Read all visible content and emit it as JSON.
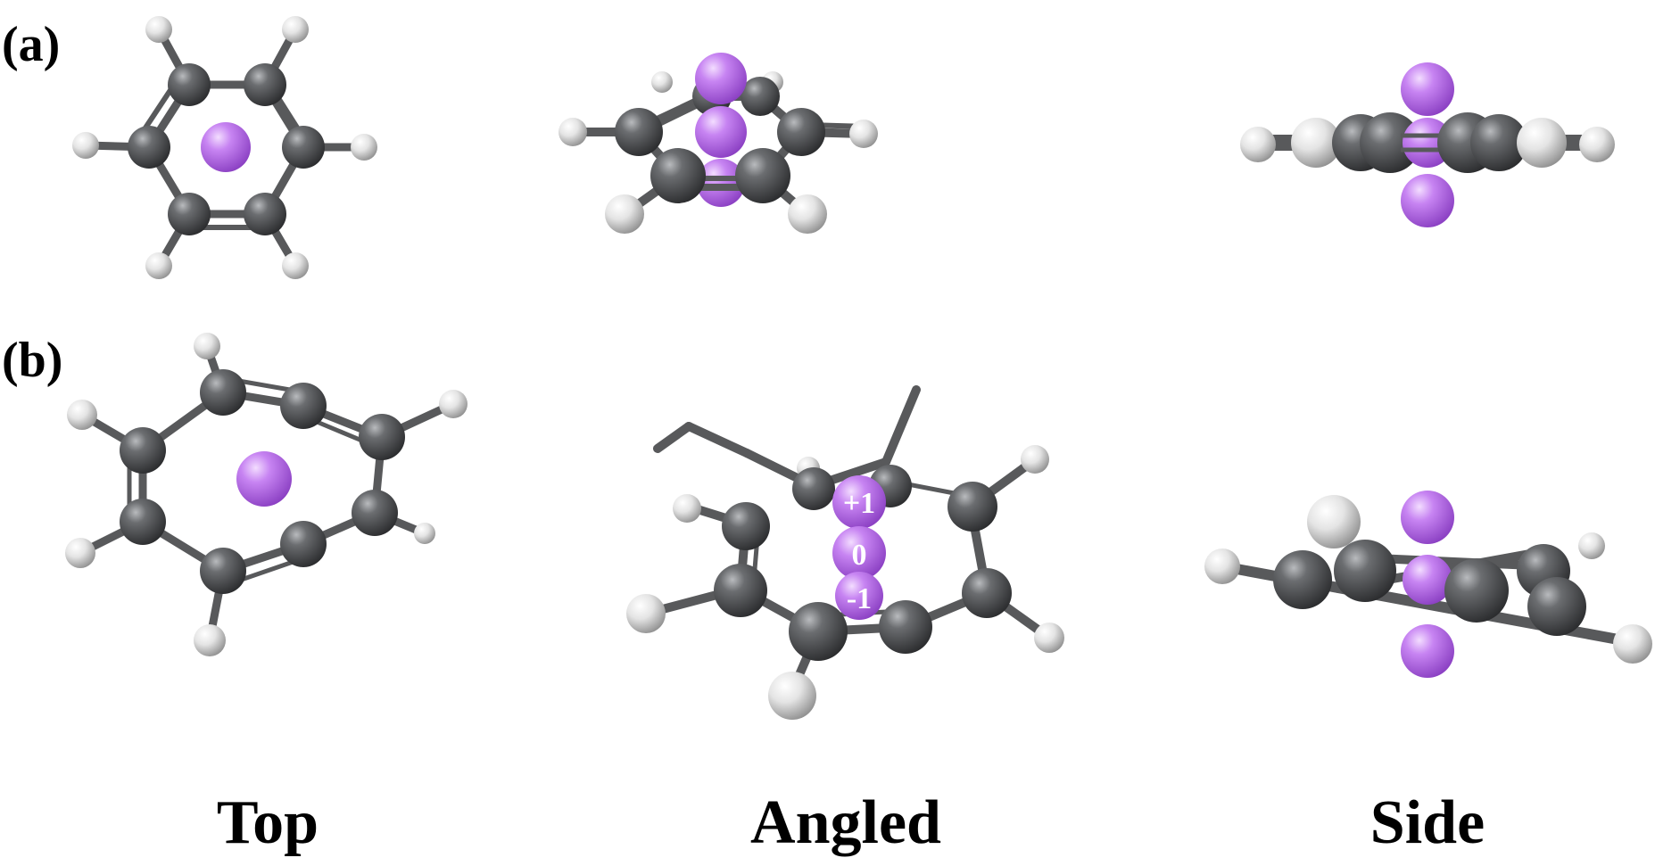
{
  "panels": [
    {
      "label": "(a)"
    },
    {
      "label": "(b)"
    }
  ],
  "views": [
    "Top",
    "Angled",
    "Side"
  ],
  "probe_labels": [
    "+1",
    "0",
    "-1"
  ],
  "colors": {
    "carbon": "#555759",
    "hydrogen": "#e3e3e3",
    "probe": "#c47ef0",
    "bond": "#58595b",
    "text": "#000000"
  }
}
